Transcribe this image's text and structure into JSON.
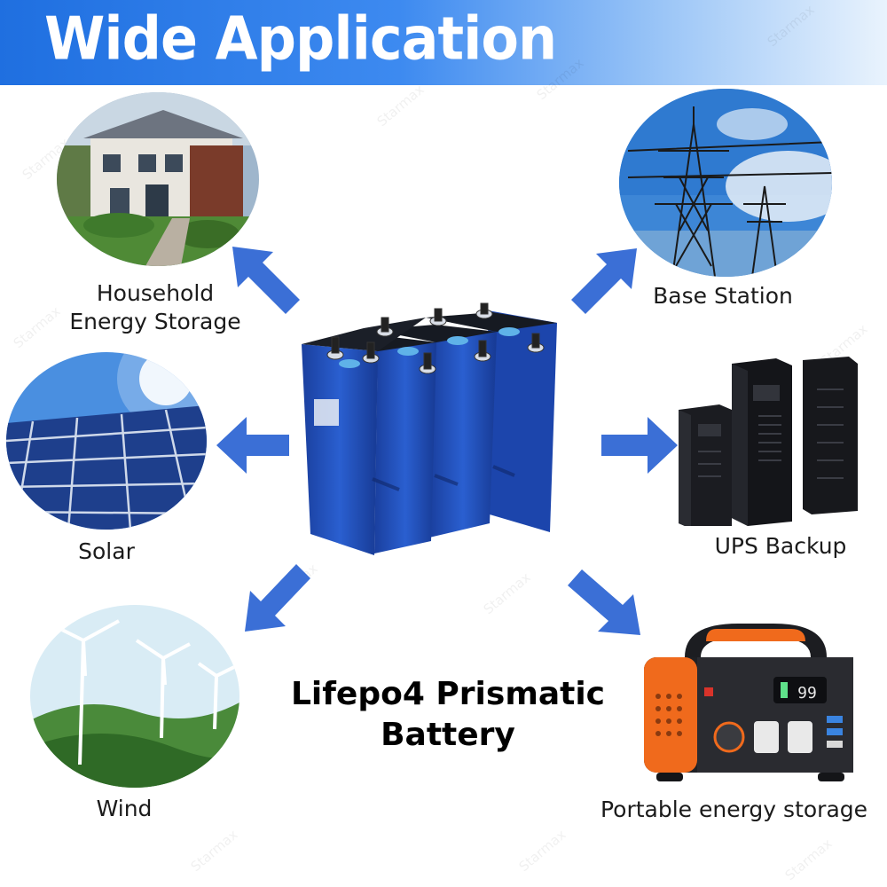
{
  "banner": {
    "title": "Wide Application"
  },
  "watermark": "Starmax",
  "product": {
    "line1": "Lifepo4 Prismatic",
    "line2": "Battery"
  },
  "applications": [
    {
      "line1": "Household",
      "line2": "Energy Storage"
    },
    {
      "line1": "Base Station"
    },
    {
      "line1": "Solar"
    },
    {
      "line1": "UPS Backup"
    },
    {
      "line1": "Wind"
    },
    {
      "line1": "Portable energy storage"
    }
  ],
  "power_station": {
    "display": "99"
  },
  "colors": {
    "accent": "#3b6fd6",
    "battery": "#1f4fb8",
    "banner": "#1f6fe0",
    "orange": "#f06a1c"
  }
}
